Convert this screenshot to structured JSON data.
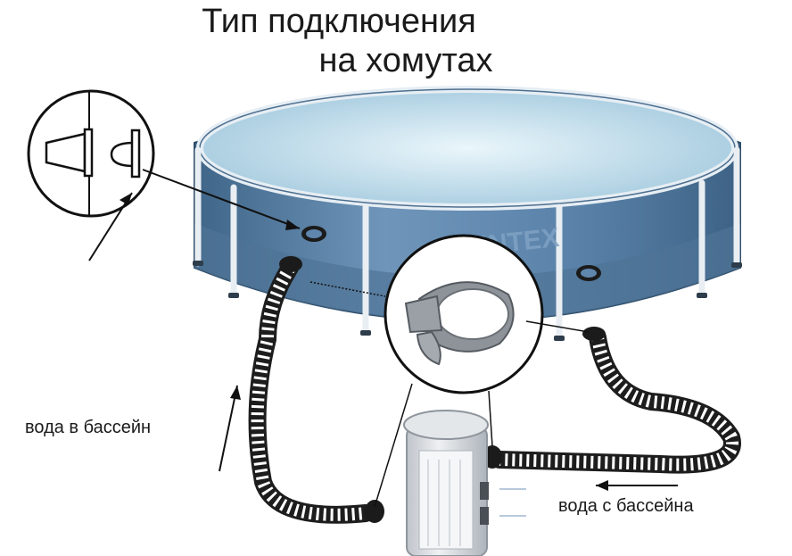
{
  "title": {
    "line1": "Тип подключения",
    "line2": "на хомутах"
  },
  "labels": {
    "water_in": "вода в бассейн",
    "water_out": "вода с бассейна"
  },
  "pool": {
    "brand": "INTEX"
  },
  "colors": {
    "pool_wall": "#5f86ad",
    "pool_water": "#cfe6f2",
    "frame": "#e8eef3",
    "hose": "#2b2b2b",
    "pump": "#d7dbe0",
    "callout_line": "#111111"
  }
}
